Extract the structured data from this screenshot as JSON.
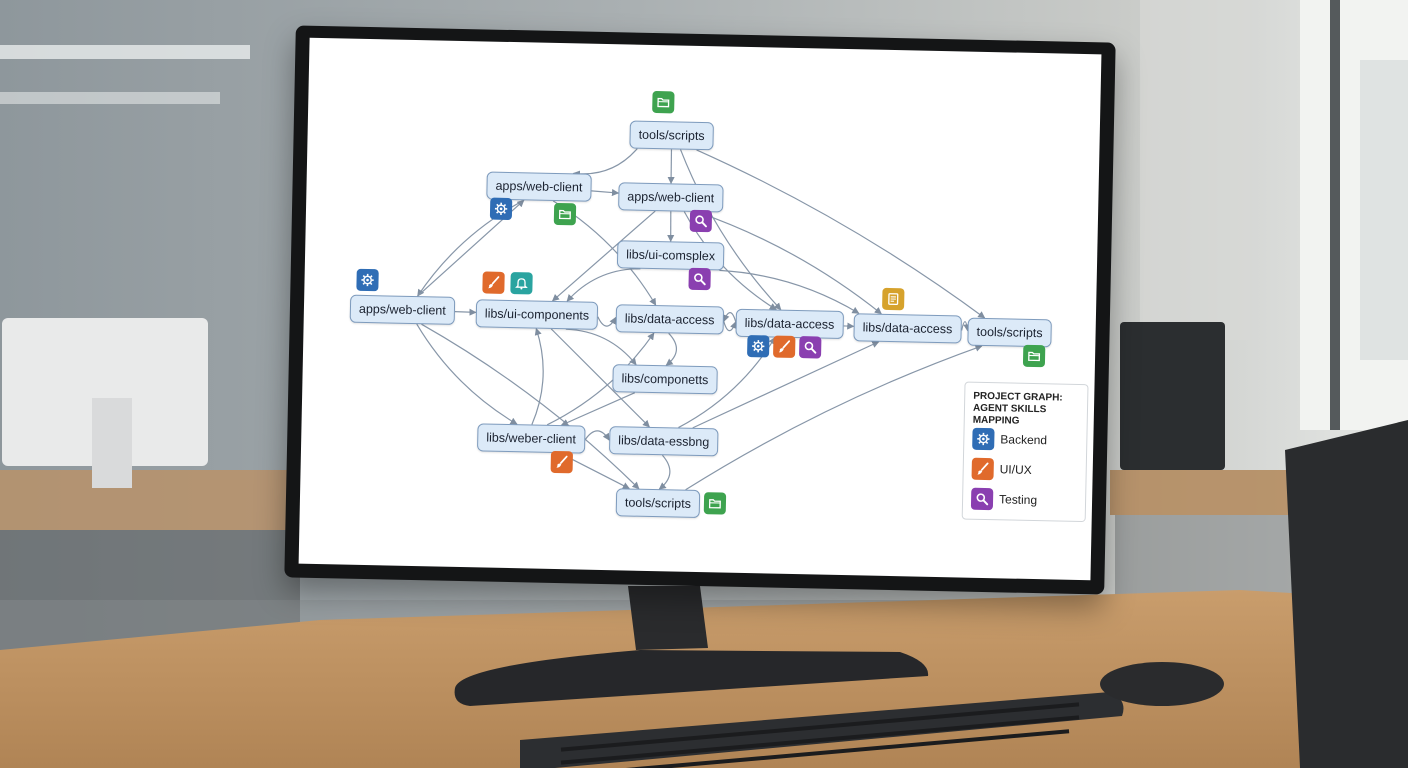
{
  "graph": {
    "nodes": [
      {
        "id": "n1",
        "label": "tools/scripts"
      },
      {
        "id": "n2",
        "label": "apps/web-client"
      },
      {
        "id": "n3",
        "label": "apps/web-client"
      },
      {
        "id": "n4",
        "label": "libs/ui-comsplex"
      },
      {
        "id": "n5",
        "label": "apps/web-client"
      },
      {
        "id": "n6",
        "label": "libs/ui-components"
      },
      {
        "id": "n7",
        "label": "libs/data-access"
      },
      {
        "id": "n8",
        "label": "libs/data-access"
      },
      {
        "id": "n9",
        "label": "libs/data-access"
      },
      {
        "id": "n10",
        "label": "tools/scripts"
      },
      {
        "id": "n11",
        "label": "libs/componetts"
      },
      {
        "id": "n12",
        "label": "libs/weber-client"
      },
      {
        "id": "n13",
        "label": "libs/data-essbng"
      },
      {
        "id": "n14",
        "label": "tools/scripts"
      }
    ],
    "edges": [
      [
        "n1",
        "n2"
      ],
      [
        "n1",
        "n3"
      ],
      [
        "n1",
        "n8"
      ],
      [
        "n1",
        "n10"
      ],
      [
        "n2",
        "n3"
      ],
      [
        "n2",
        "n5"
      ],
      [
        "n2",
        "n7"
      ],
      [
        "n3",
        "n4"
      ],
      [
        "n3",
        "n8"
      ],
      [
        "n3",
        "n9"
      ],
      [
        "n3",
        "n6"
      ],
      [
        "n4",
        "n6"
      ],
      [
        "n4",
        "n9"
      ],
      [
        "n5",
        "n6"
      ],
      [
        "n5",
        "n12"
      ],
      [
        "n5",
        "n14"
      ],
      [
        "n5",
        "n2"
      ],
      [
        "n6",
        "n7"
      ],
      [
        "n6",
        "n11"
      ],
      [
        "n6",
        "n13"
      ],
      [
        "n7",
        "n8"
      ],
      [
        "n7",
        "n11"
      ],
      [
        "n8",
        "n9"
      ],
      [
        "n8",
        "n7"
      ],
      [
        "n9",
        "n10"
      ],
      [
        "n11",
        "n12"
      ],
      [
        "n12",
        "n6"
      ],
      [
        "n12",
        "n13"
      ],
      [
        "n12",
        "n14"
      ],
      [
        "n12",
        "n7"
      ],
      [
        "n13",
        "n14"
      ],
      [
        "n13",
        "n9"
      ],
      [
        "n13",
        "n8"
      ],
      [
        "n14",
        "n10"
      ]
    ]
  },
  "badges": {
    "backend": {
      "icon": "gear-icon",
      "color": "#2f6db5"
    },
    "uiux": {
      "icon": "brush-icon",
      "color": "#e06a2c"
    },
    "testing": {
      "icon": "magnifier-icon",
      "color": "#8a3fb0"
    },
    "folder": {
      "icon": "folder-icon",
      "color": "#3ea34f"
    },
    "notify": {
      "icon": "bell-icon",
      "color": "#2aa4a0"
    },
    "doc": {
      "icon": "document-icon",
      "color": "#d6a22c"
    }
  },
  "legend": {
    "title": "PROJECT GRAPH:\nAGENT SKILLS MAPPING",
    "items": [
      {
        "label": "Backend",
        "type": "backend"
      },
      {
        "label": "UI/UX",
        "type": "uiux"
      },
      {
        "label": "Testing",
        "type": "testing"
      }
    ]
  }
}
